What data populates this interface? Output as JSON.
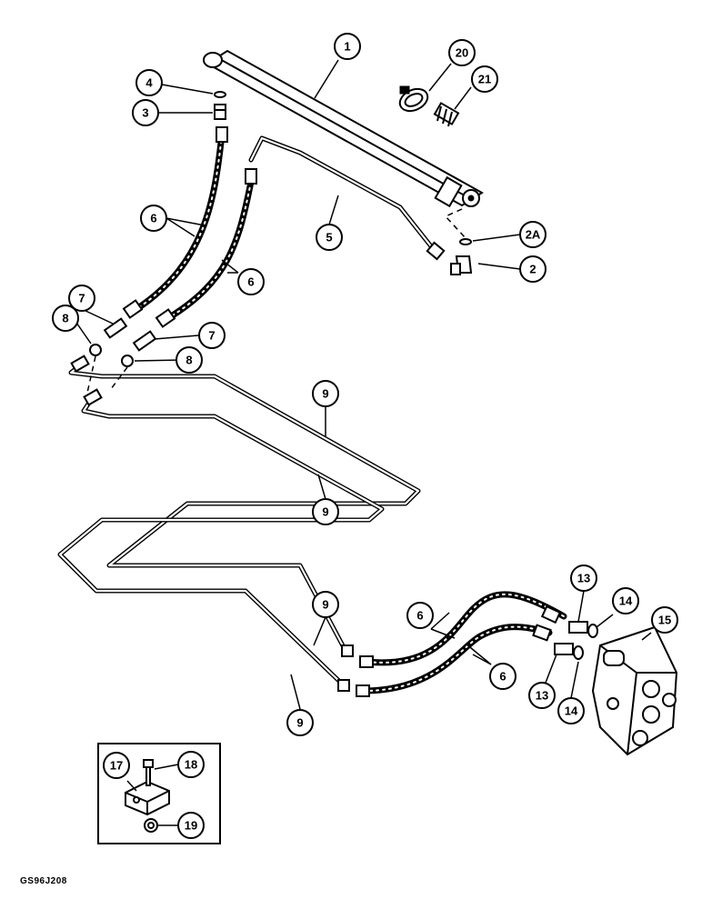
{
  "figure_code": "GS96J208",
  "callouts": {
    "c1": "1",
    "c20": "20",
    "c21": "21",
    "c4": "4",
    "c3": "3",
    "c6a": "6",
    "c6b": "6",
    "c5": "5",
    "c2a": "2A",
    "c2": "2",
    "c7a": "7",
    "c7b": "7",
    "c8a": "8",
    "c8b": "8",
    "c9a": "9",
    "c9b": "9",
    "c9c": "9",
    "c9d": "9",
    "c6c": "6",
    "c6d": "6",
    "c13a": "13",
    "c13b": "13",
    "c14a": "14",
    "c14b": "14",
    "c15": "15",
    "c17": "17",
    "c18": "18",
    "c19": "19"
  }
}
